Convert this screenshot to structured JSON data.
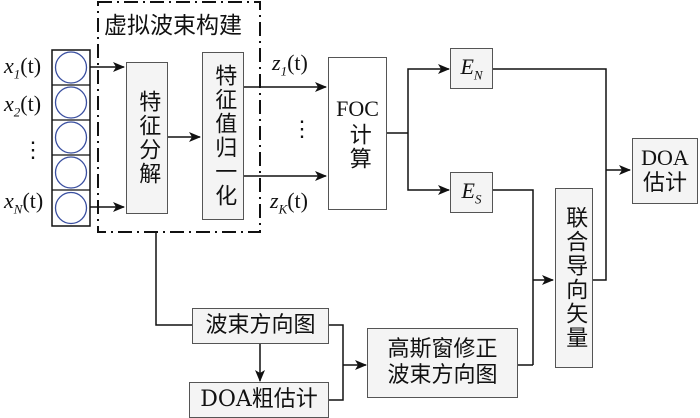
{
  "diagram": {
    "group_title": "虚拟波束构建",
    "inputs": [
      {
        "var": "x",
        "sub": "1",
        "arg": "(t)"
      },
      {
        "var": "x",
        "sub": "2",
        "arg": "(t)"
      },
      {
        "var": "x",
        "sub": "N",
        "arg": "(t)"
      }
    ],
    "ellipsis": "⋮",
    "array_elements": 5,
    "blocks": {
      "eig_decomp": "特征分解",
      "eig_norm": "特征值归一化",
      "foc": "FOC计算",
      "foc_line1": "FOC",
      "foc_line2": "计算",
      "en": {
        "var": "E",
        "sub": "N"
      },
      "es": {
        "var": "E",
        "sub": "S"
      },
      "joint_steer": "联合导向矢量",
      "doa_est_line1": "DOA",
      "doa_est_line2": "估计",
      "beam_pattern": "波束方向图",
      "doa_coarse": "DOA粗估计",
      "gauss_line1": "高斯窗修正",
      "gauss_line2": "波束方向图"
    },
    "outputs": [
      {
        "var": "z",
        "sub": "1",
        "arg": "(t)"
      },
      {
        "var": "z",
        "sub": "K",
        "arg": "(t)"
      }
    ],
    "colors": {
      "array_circle": "#3a4fa0",
      "box_border": "#555555",
      "box_fill": "#f4f4f4",
      "line": "#111111"
    }
  }
}
